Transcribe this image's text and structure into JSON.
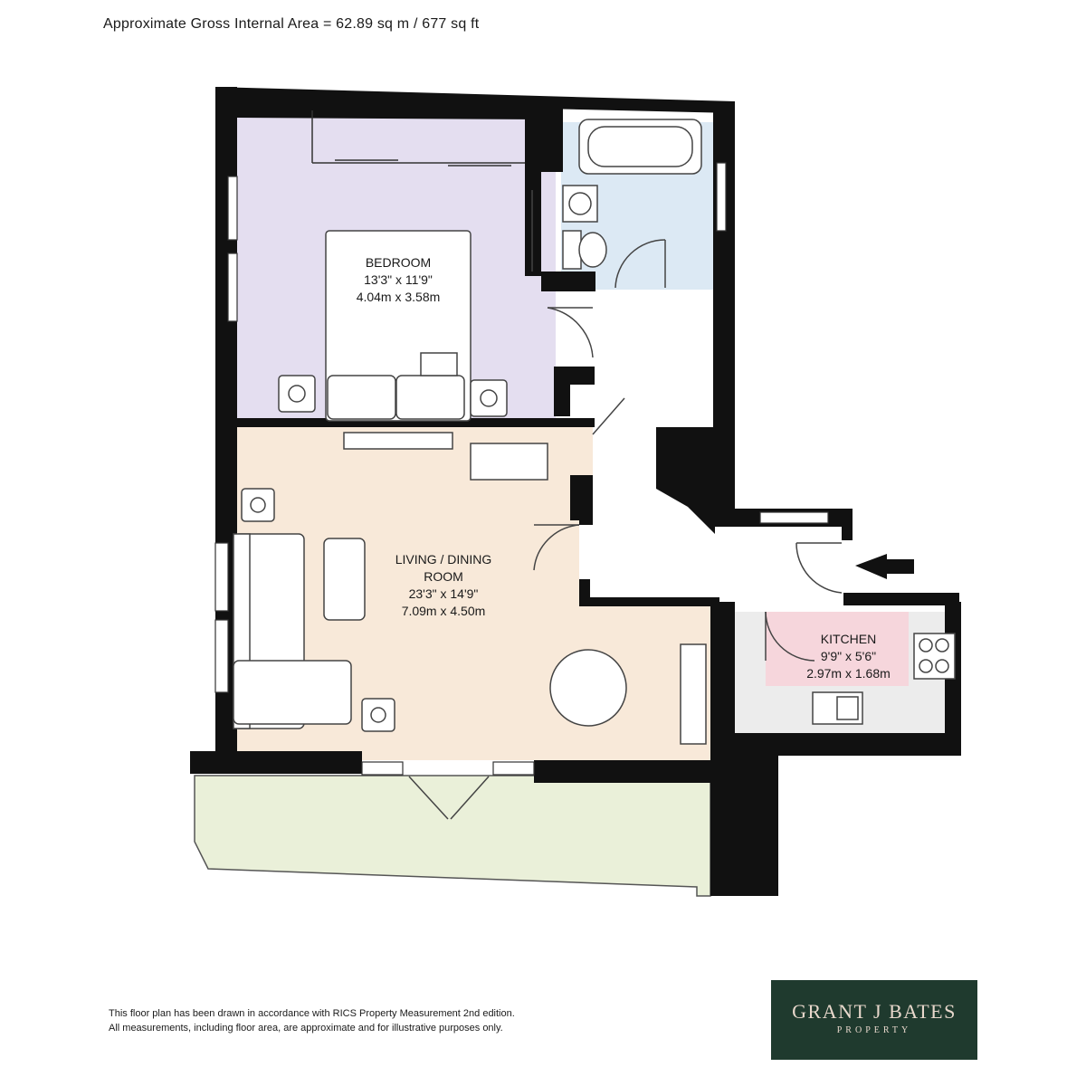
{
  "header": {
    "area_text": "Approximate Gross Internal Area = 62.89 sq m / 677 sq ft"
  },
  "rooms": {
    "bedroom": {
      "name": "BEDROOM",
      "imperial": "13'3\" x 11'9\"",
      "metric": "4.04m x 3.58m"
    },
    "living": {
      "name_line1": "LIVING / DINING",
      "name_line2": "ROOM",
      "imperial": "23'3\" x 14'9\"",
      "metric": "7.09m x 4.50m"
    },
    "kitchen": {
      "name": "KITCHEN",
      "imperial": "9'9\" x 5'6\"",
      "metric": "2.97m x 1.68m"
    }
  },
  "colors": {
    "wall": "#111111",
    "bedroom": "#e4def0",
    "living": "#f8e9d9",
    "bathroom": "#dce9f4",
    "kitchen_accent": "#f6d6dc",
    "kitchen": "#ececec",
    "terrace": "#eaf0d9",
    "logo_bg": "#1f3a2e"
  },
  "footer": {
    "line1": "This floor plan has been drawn in accordance with RICS Property Measurement 2nd edition.",
    "line2": "All measurements, including floor area, are approximate and for illustrative purposes only."
  },
  "logo": {
    "name": "GRANT J BATES",
    "sub": "PROPERTY"
  }
}
